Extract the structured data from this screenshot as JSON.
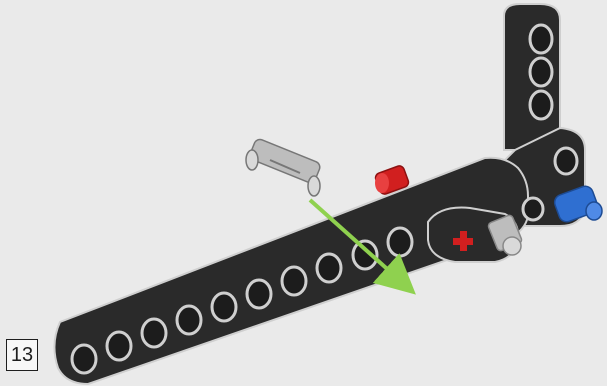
{
  "step": {
    "number": "13"
  },
  "colors": {
    "background": "#eaeaea",
    "beam": "#2a2a2a",
    "beam_outline": "#cfcfcf",
    "hole": "#1c1c1c",
    "pin_gray": "#bdbdbd",
    "axle_red": "#d11f1f",
    "pin_blue": "#2f6fd1",
    "arrow_green": "#8fd14f"
  },
  "parts": [
    {
      "name": "long-beam",
      "color": "black"
    },
    {
      "name": "l-shaped-beam",
      "color": "black"
    },
    {
      "name": "friction-pin",
      "color": "gray"
    },
    {
      "name": "axle-pin",
      "color": "red"
    },
    {
      "name": "axle-pin",
      "color": "blue"
    }
  ]
}
